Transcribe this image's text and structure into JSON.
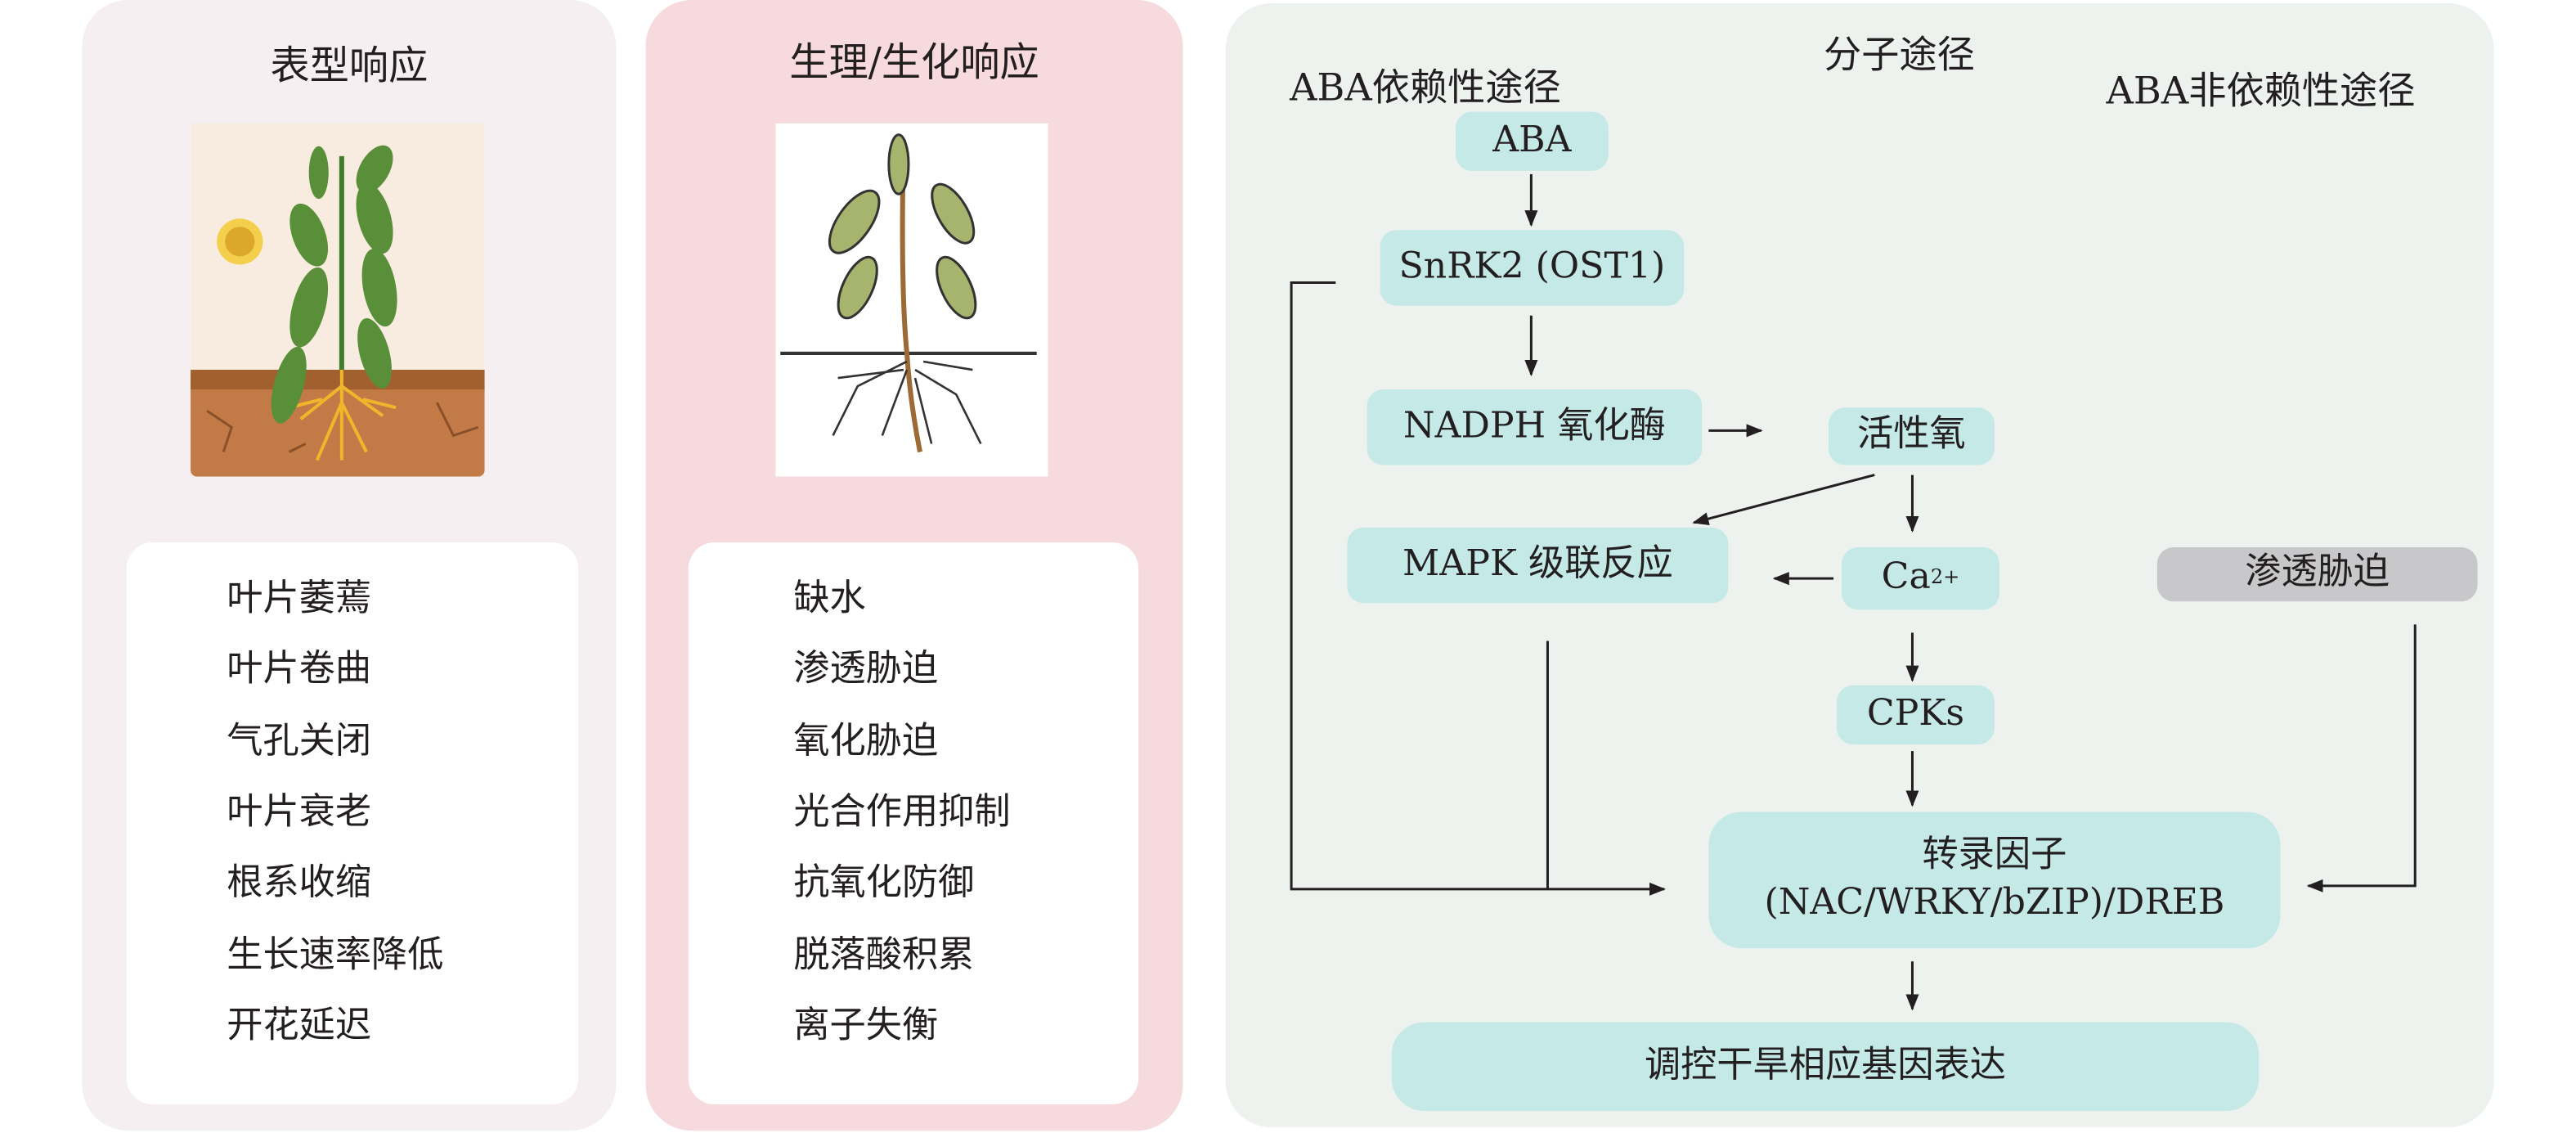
{
  "panels": {
    "phenotype": {
      "title": "表型响应",
      "items": [
        "叶片萎蔫",
        "叶片卷曲",
        "气孔关闭",
        "叶片衰老",
        "根系收缩",
        "生长速率降低",
        "开花延迟"
      ]
    },
    "physiology": {
      "title": "生理/生化响应",
      "items": [
        "缺水",
        "渗透胁迫",
        "氧化胁迫",
        "光合作用抑制",
        "抗氧化防御",
        "脱落酸积累",
        "离子失衡"
      ]
    },
    "molecular": {
      "title": "分子途径",
      "aba_dependent": "ABA依赖性途径",
      "aba_independent": "ABA非依赖性途径",
      "nodes": {
        "aba": "ABA",
        "snrk2": "SnRK2 (OST1)",
        "nadph": "NADPH 氧化酶",
        "ros": "活性氧",
        "mapk": "MAPK 级联反应",
        "ca": "Ca",
        "ca_sup": "2+",
        "cpks": "CPKs",
        "osmotic": "渗透胁迫",
        "tf_line1": "转录因子",
        "tf_line2": "(NAC/WRKY/bZIP)/DREB",
        "regulate": "调控干旱相应基因表达"
      }
    }
  },
  "colors": {
    "panel1": "#f5eff1",
    "panel2": "#f6dadd",
    "panel3": "#edf2ef",
    "node": "#c4e9e7",
    "osmotic_node": "#c8c8ca"
  }
}
